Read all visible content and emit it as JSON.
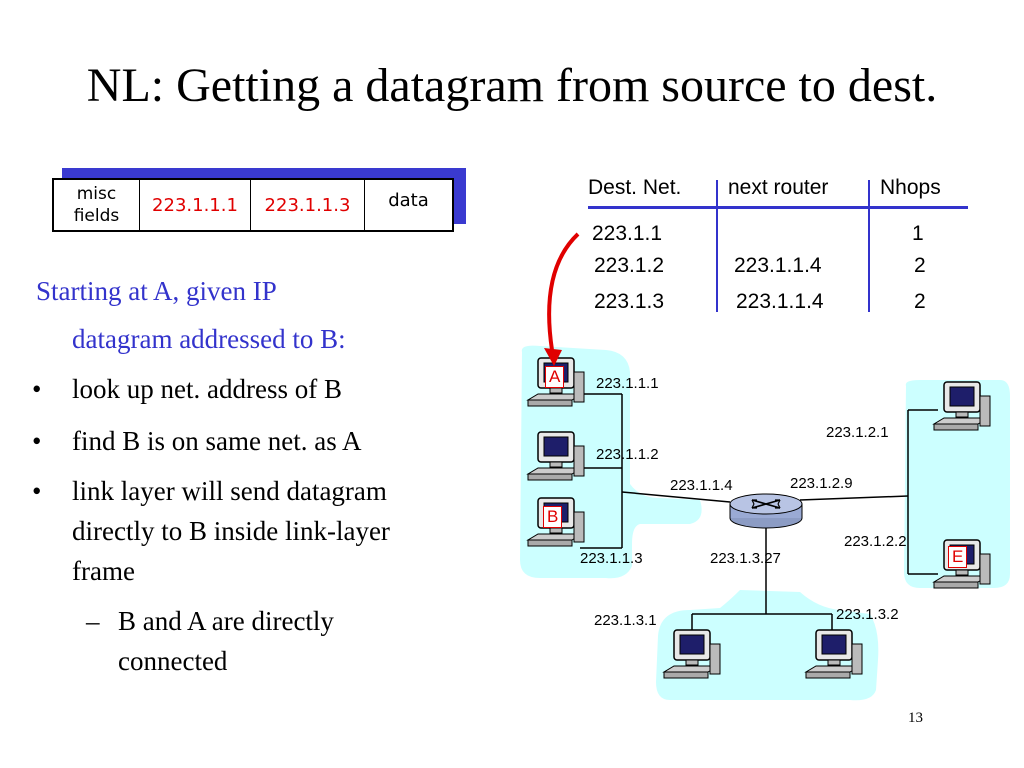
{
  "slide": {
    "title": "NL: Getting a datagram from source to dest.",
    "page_number": "13"
  },
  "datagram": {
    "misc_line1": "misc",
    "misc_line2": "fields",
    "src": "223.1.1.1",
    "dst": "223.1.1.3",
    "data": "data"
  },
  "text": {
    "lead_line1": "Starting at A, given IP",
    "lead_line2": "datagram addressed to B:",
    "bullets": [
      "look up net. address of B",
      "find B is on same net. as A",
      "link layer will send datagram",
      "directly to B inside link-layer",
      "frame"
    ],
    "bullet_marker": "•",
    "sub_marker": "–",
    "sub_line1": "B and A are directly",
    "sub_line2": "connected"
  },
  "routing_table": {
    "headers": [
      "Dest. Net.",
      "next router",
      "Nhops"
    ],
    "rows": [
      [
        "223.1.1",
        "",
        "1"
      ],
      [
        "223.1.2",
        "223.1.1.4",
        "2"
      ],
      [
        "223.1.3",
        "223.1.1.4",
        "2"
      ]
    ]
  },
  "network": {
    "hosts": {
      "a": "A",
      "b": "B",
      "e": "E"
    },
    "addresses": {
      "h111": "223.1.1.1",
      "h112": "223.1.1.2",
      "h113": "223.1.1.3",
      "r114": "223.1.1.4",
      "r129": "223.1.2.9",
      "r1327": "223.1.3.27",
      "h121": "223.1.2.1",
      "h122": "223.1.2.2",
      "h131": "223.1.3.1",
      "h132": "223.1.3.2"
    }
  },
  "colors": {
    "accent_blue": "#3333cc",
    "highlight_red": "#e00000",
    "subnet_fill": "#ccffff"
  }
}
